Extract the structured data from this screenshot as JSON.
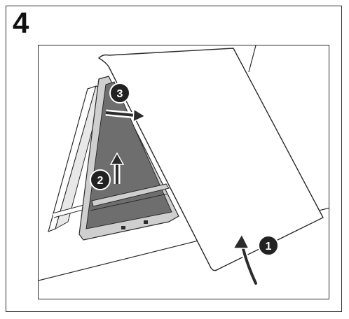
{
  "step": {
    "number": "4"
  },
  "callouts": [
    {
      "label": "1"
    },
    {
      "label": "2"
    },
    {
      "label": "3"
    }
  ],
  "colors": {
    "line": "#2b2b2b",
    "screen_mesh": "#6e6e6e",
    "frame_grey": "#cfcfcf",
    "badge_fill": "#222222",
    "badge_ring": "#ffffff"
  },
  "icons": {
    "rotate_arrow": "curved-up-arrow-icon",
    "lift_arrow": "up-arrow-icon",
    "slide_arrow": "right-arrow-icon"
  }
}
